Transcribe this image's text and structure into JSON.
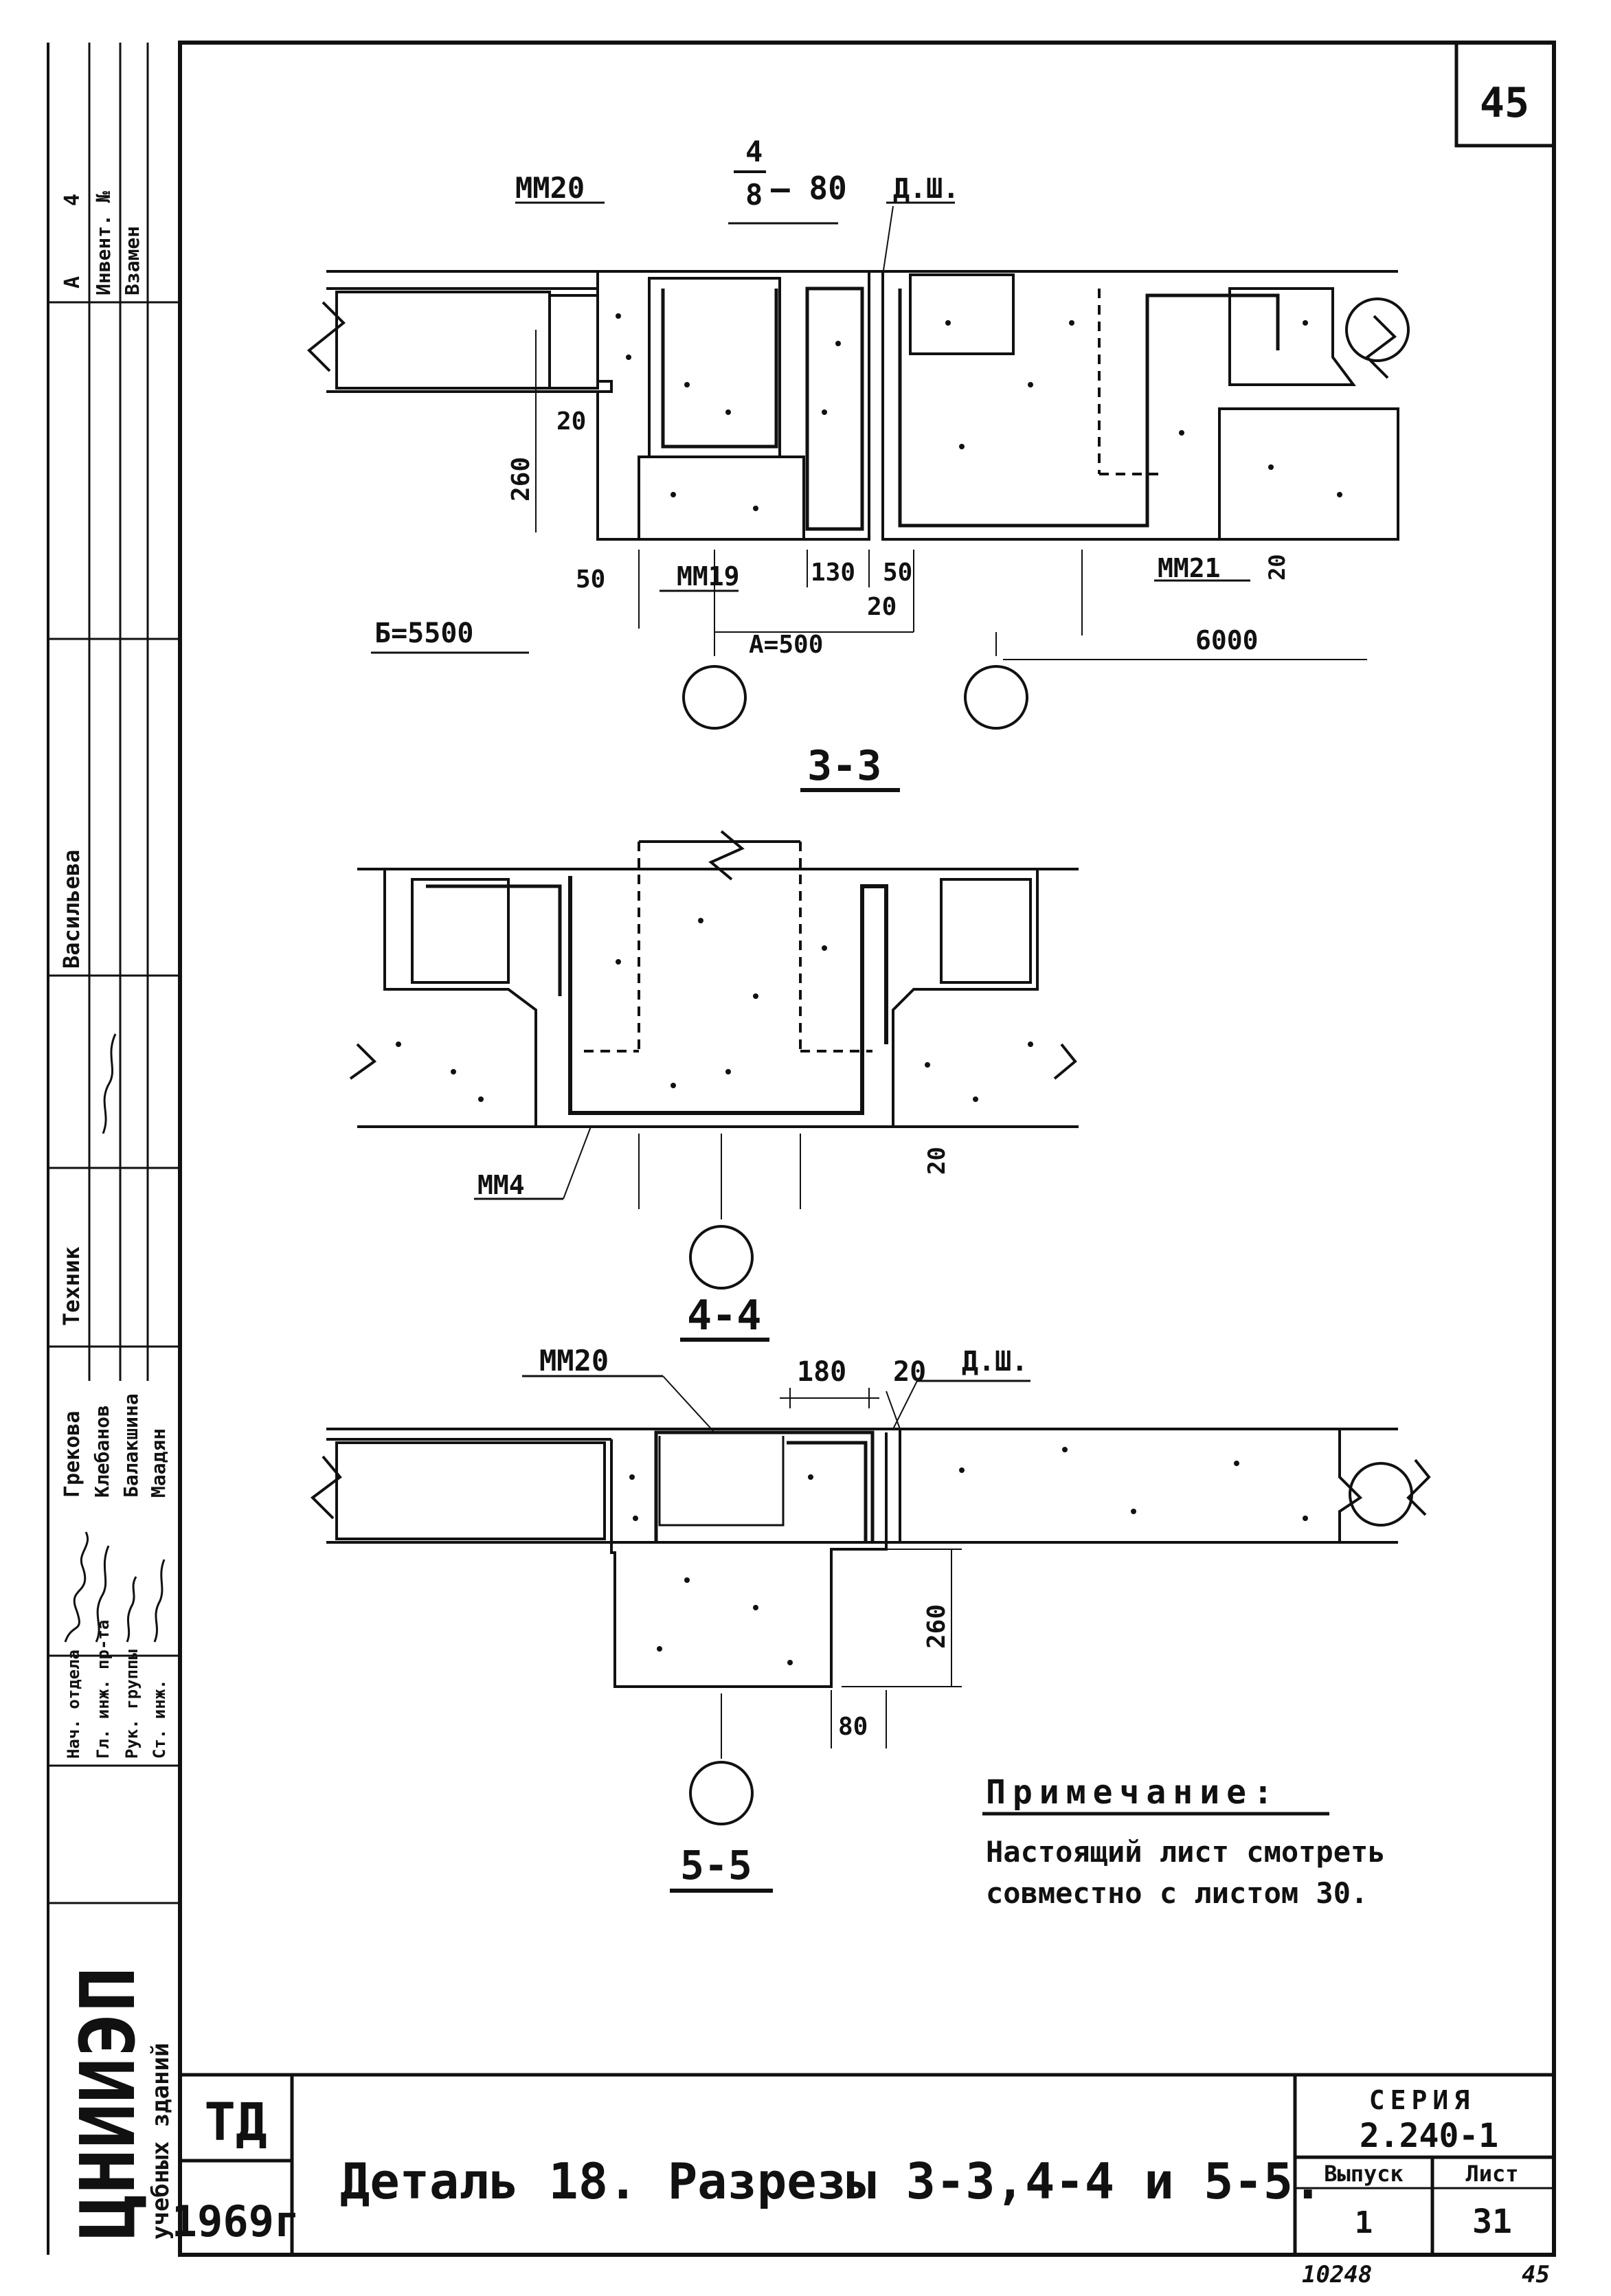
{
  "page_number": "45",
  "sections": {
    "s33": {
      "title": "3-3",
      "mm20": "ММ20",
      "fraction_top": "4",
      "fraction_bottom": "8",
      "fraction_value": "– 80",
      "dsh": "Д.Ш.",
      "dim_260": "260",
      "dim_20a": "20",
      "dim_50a": "50",
      "mm19": "ММ19",
      "dim_130": "130",
      "dim_50b": "50",
      "dim_20b": "20",
      "mm21": "ММ21",
      "dim_20c": "20",
      "b_label": "Б=5500",
      "a_label": "А=500",
      "dim_6000": "6000"
    },
    "s44": {
      "title": "4-4",
      "mm4": "ММ4",
      "dim_20": "20"
    },
    "s55": {
      "title": "5-5",
      "mm20": "ММ20",
      "dim_180": "180",
      "dim_20": "20",
      "dsh": "Д.Ш.",
      "dim_260": "260",
      "dim_80": "80"
    }
  },
  "note": {
    "heading": "Примечание:",
    "line1": "Настоящий лист смотреть",
    "line2": "совместно с листом 30."
  },
  "title_block": {
    "td": "ТД",
    "year": "1969г",
    "title": "Деталь 18. Разрезы 3-3,4-4 и 5-5.",
    "seria_label": "СЕРИЯ",
    "seria_value": "2.240-1",
    "vypusk_label": "Выпуск",
    "vypusk_value": "1",
    "list_label": "Лист",
    "list_value": "31",
    "bottom_left_num": "10248",
    "bottom_right_num": "45"
  },
  "side_stamp": {
    "org_line1": "ЦНИИЭП",
    "org_line2": "учебных зданий",
    "inv_label": "Инвент. №",
    "vzamen_label": "Взамен",
    "mark_a": "А",
    "mark_4": "4",
    "roles": [
      "Нач. отдела",
      "Гл. инж. пр-та",
      "Рук. группы",
      "Ст. инж.",
      "Техник"
    ],
    "names": [
      "Грекова",
      "Клебанов",
      "Балакшина",
      "Маадян",
      "Васильева"
    ]
  }
}
